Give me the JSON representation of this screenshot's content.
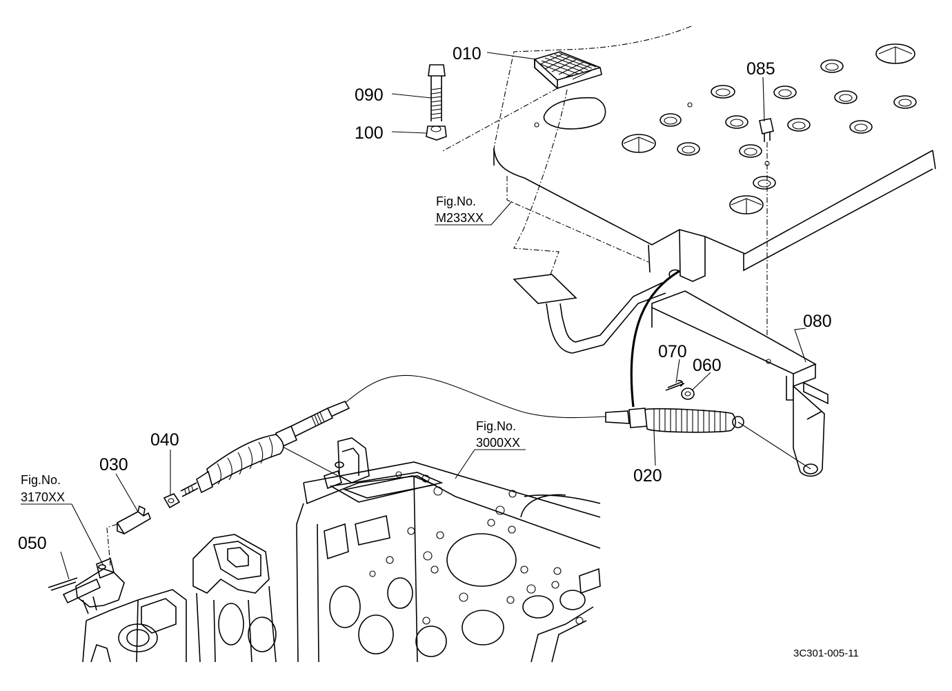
{
  "parts": {
    "p010": "010",
    "p090": "090",
    "p100": "100",
    "p085": "085",
    "p080": "080",
    "p070": "070",
    "p060": "060",
    "p020": "020",
    "p040": "040",
    "p030": "030",
    "p050": "050"
  },
  "figure_refs": {
    "m233": {
      "label": "Fig.No.",
      "number": "M233XX"
    },
    "f3000": {
      "label": "Fig.No.",
      "number": "3000XX"
    },
    "f3170": {
      "label": "Fig.No.",
      "number": "3170XX"
    }
  },
  "drawing_code": "3C301-005-11"
}
